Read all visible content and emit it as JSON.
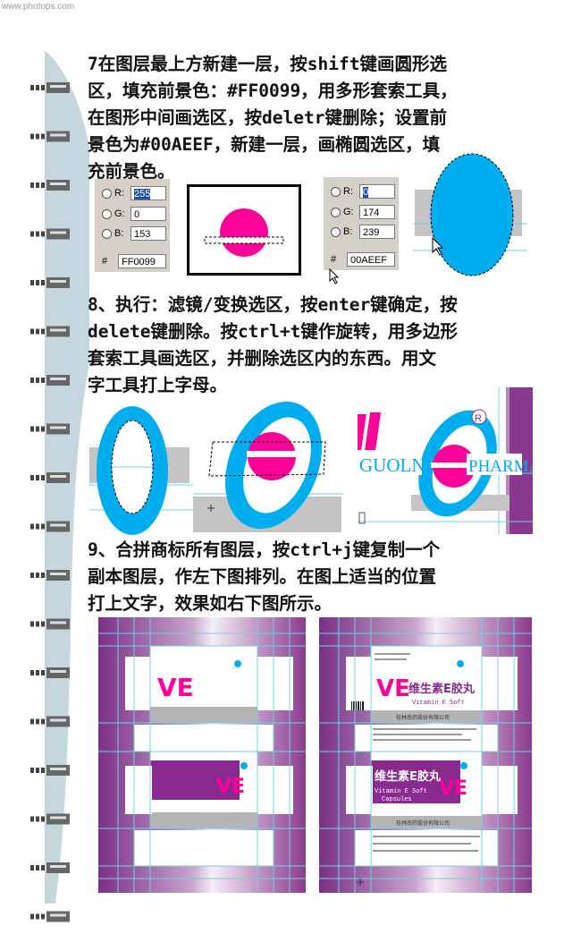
{
  "watermark": "www.photops.com",
  "steps": [
    {
      "lines": [
        "7在图层最上方新建一层，按shift键画圆形选",
        "区，填充前景色：#FF0099，用多形套索工具，",
        "在图形中间画选区，按deletr键删除；设置前",
        "景色为#00AEEF，新建一层，画椭圆选区，填",
        "充前景色。"
      ]
    },
    {
      "lines": [
        "8、执行：滤镜/变换选区，按enter键确定，按",
        "delete键删除。按ctrl+t键作旋转，用多边形",
        "套索工具画选区，并删除选区内的东西。用文",
        "字工具打上字母。"
      ]
    },
    {
      "lines": [
        "9、合拼商标所有图层，按ctrl+j键复制一个",
        "副本图层，作左下图排列。在图上适当的位置",
        "打上文字，效果如右下图所示。"
      ]
    }
  ],
  "color_panels": [
    {
      "r": "255",
      "g": "0",
      "b": "153",
      "hex": "FF0099"
    },
    {
      "r": "0",
      "g": "174",
      "b": "239",
      "hex": "00AEEF"
    }
  ],
  "panel_labels": {
    "r": "R:",
    "g": "G:",
    "b": "B:",
    "hash": "#"
  },
  "logo_text": {
    "left": "GUOLN",
    "right": "PHARMA",
    "registered": "R"
  },
  "box_text": {
    "brand_cn": "维生素E胶丸",
    "brand_en": "Vitamin E Soft",
    "brand_en2": "Capsules",
    "company": "桂林南药股份有限公司"
  },
  "colors": {
    "magenta": "#FF0099",
    "cyan": "#00AEEF",
    "purple": "#8a3a8e",
    "spine": "#c6d6df",
    "gray": "#c4c4c4"
  }
}
